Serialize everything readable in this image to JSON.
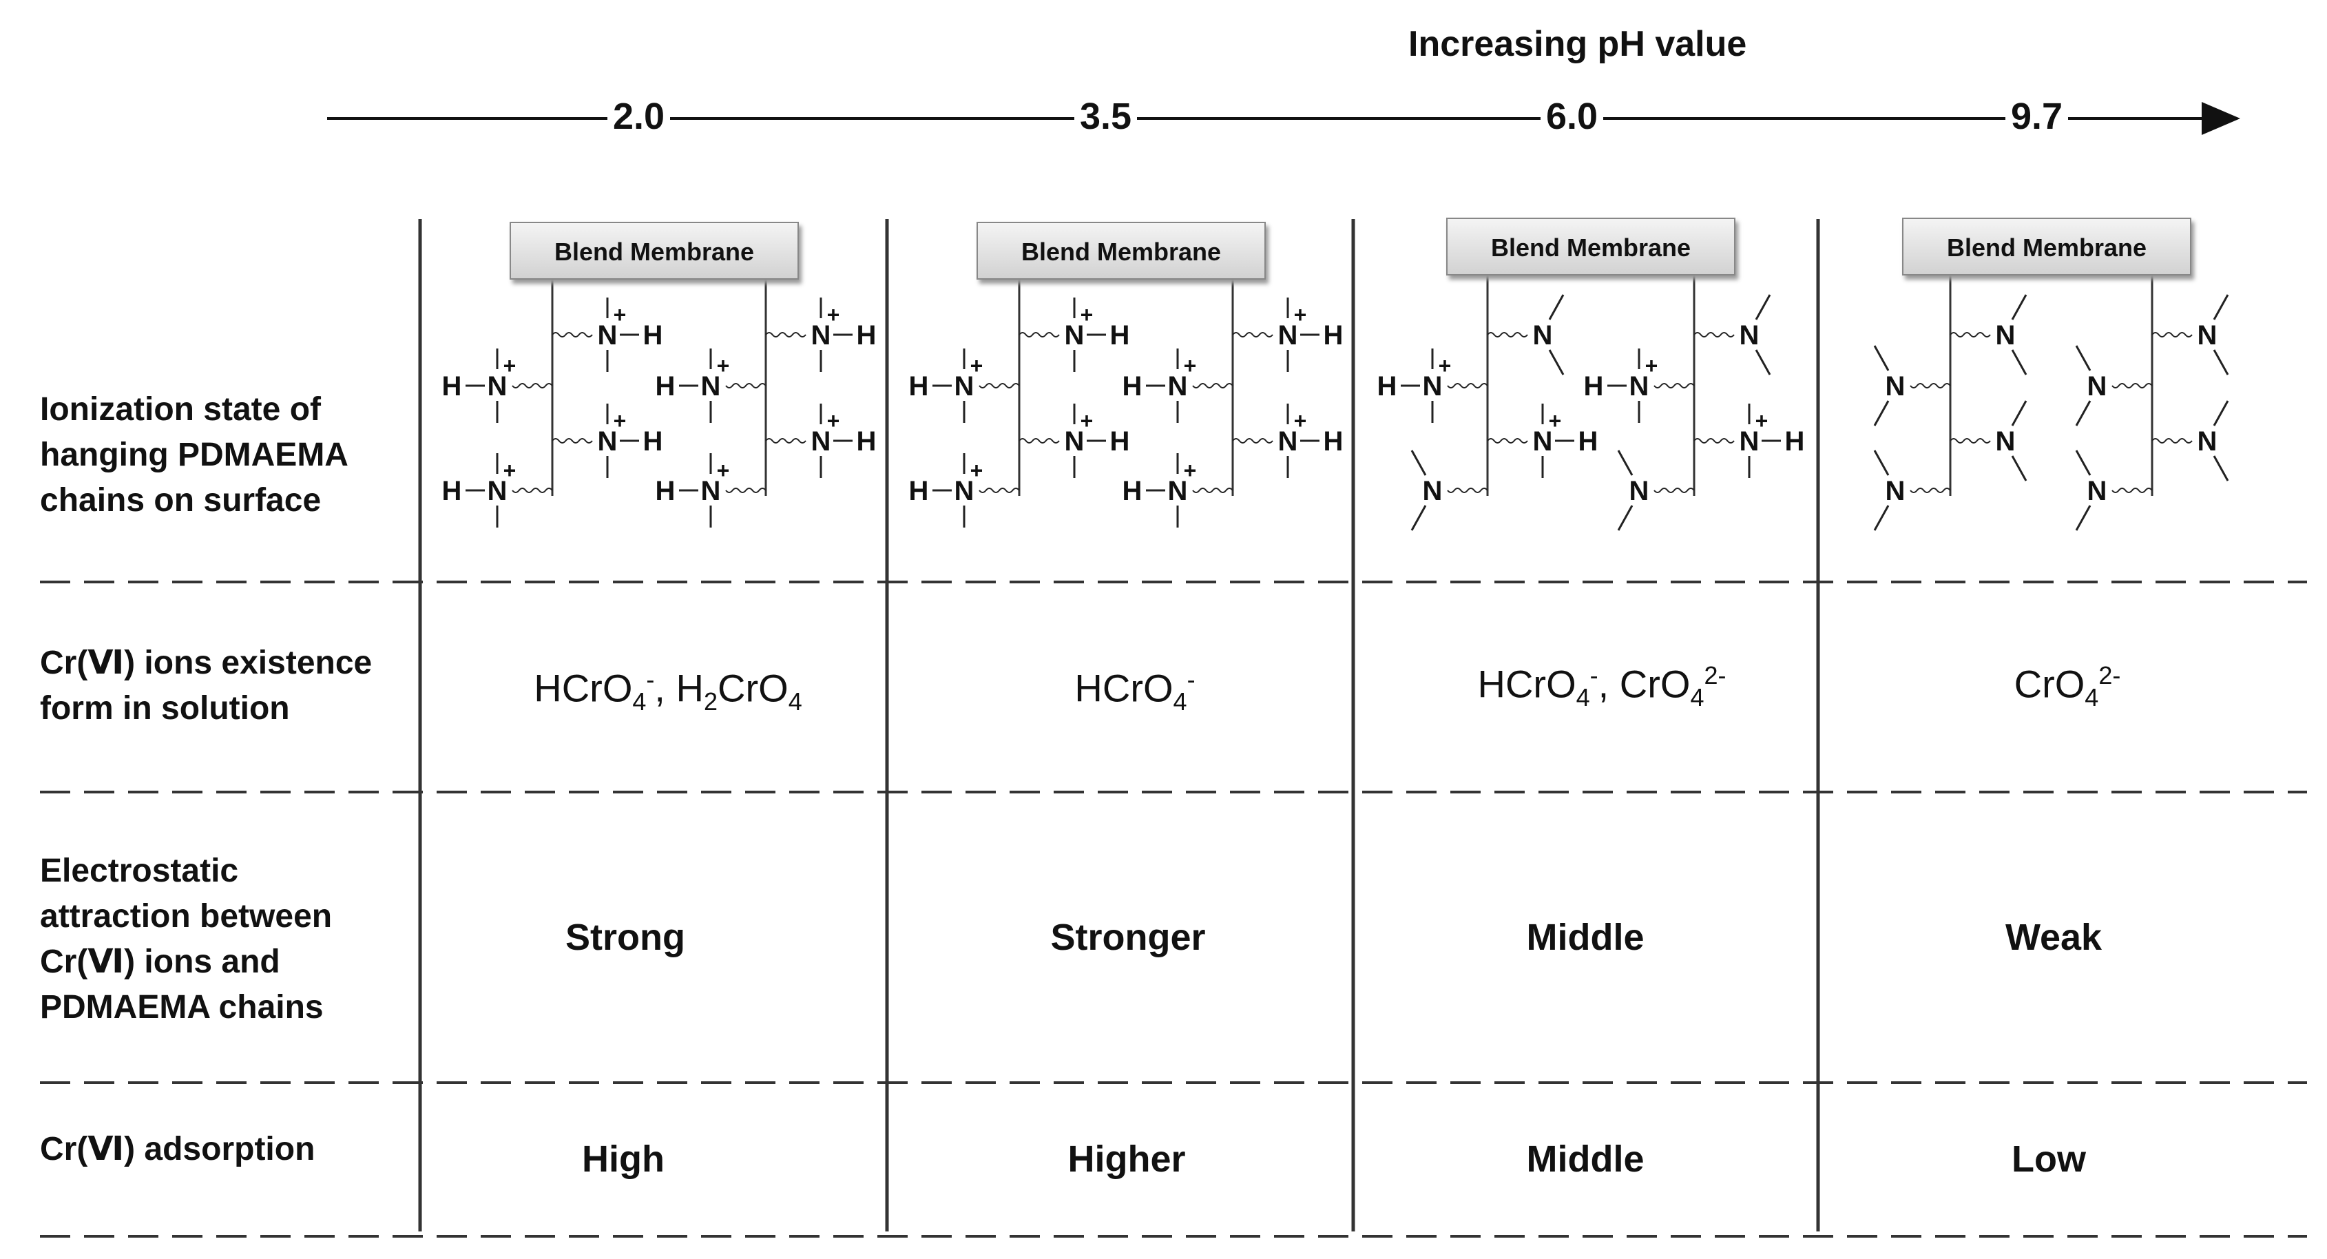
{
  "header": {
    "title": "Increasing pH value",
    "ph_values": [
      "2.0",
      "3.5",
      "6.0",
      "9.7"
    ]
  },
  "membrane_label": "Blend Membrane",
  "rows": [
    {
      "label_lines": [
        "Ionization state of",
        "hanging PDMAEMA",
        "chains on surface"
      ]
    },
    {
      "label_lines": [
        "Cr(Ⅵ) ions existence",
        "form in solution"
      ]
    },
    {
      "label_lines": [
        "Electrostatic",
        "attraction between",
        "Cr(Ⅵ) ions and",
        "PDMAEMA chains"
      ]
    },
    {
      "label_lines": [
        "Cr(Ⅵ) adsorption"
      ]
    }
  ],
  "columns": [
    {
      "ph": "2.0",
      "species": "HCrO4-, H2CrO4",
      "attraction": "Strong",
      "adsorption": "High",
      "ionization": {
        "protonated": 8,
        "neutral": 0
      }
    },
    {
      "ph": "3.5",
      "species": "HCrO4-",
      "attraction": "Stronger",
      "adsorption": "Higher",
      "ionization": {
        "protonated": 8,
        "neutral": 0
      }
    },
    {
      "ph": "6.0",
      "species": "HCrO4-, CrO42-",
      "attraction": "Middle",
      "adsorption": "Middle",
      "ionization": {
        "protonated": 4,
        "neutral": 4
      }
    },
    {
      "ph": "9.7",
      "species": "CrO42-",
      "attraction": "Weak",
      "adsorption": "Low",
      "ionization": {
        "protonated": 0,
        "neutral": 8
      }
    }
  ],
  "formula_parts": {
    "h": "H",
    "cr": "Cr",
    "o": "O",
    "sub4": "4",
    "sub2": "2",
    "minus": "-",
    "two_minus": "2-",
    "comma": ", ",
    "n": "N",
    "plus": "+"
  }
}
